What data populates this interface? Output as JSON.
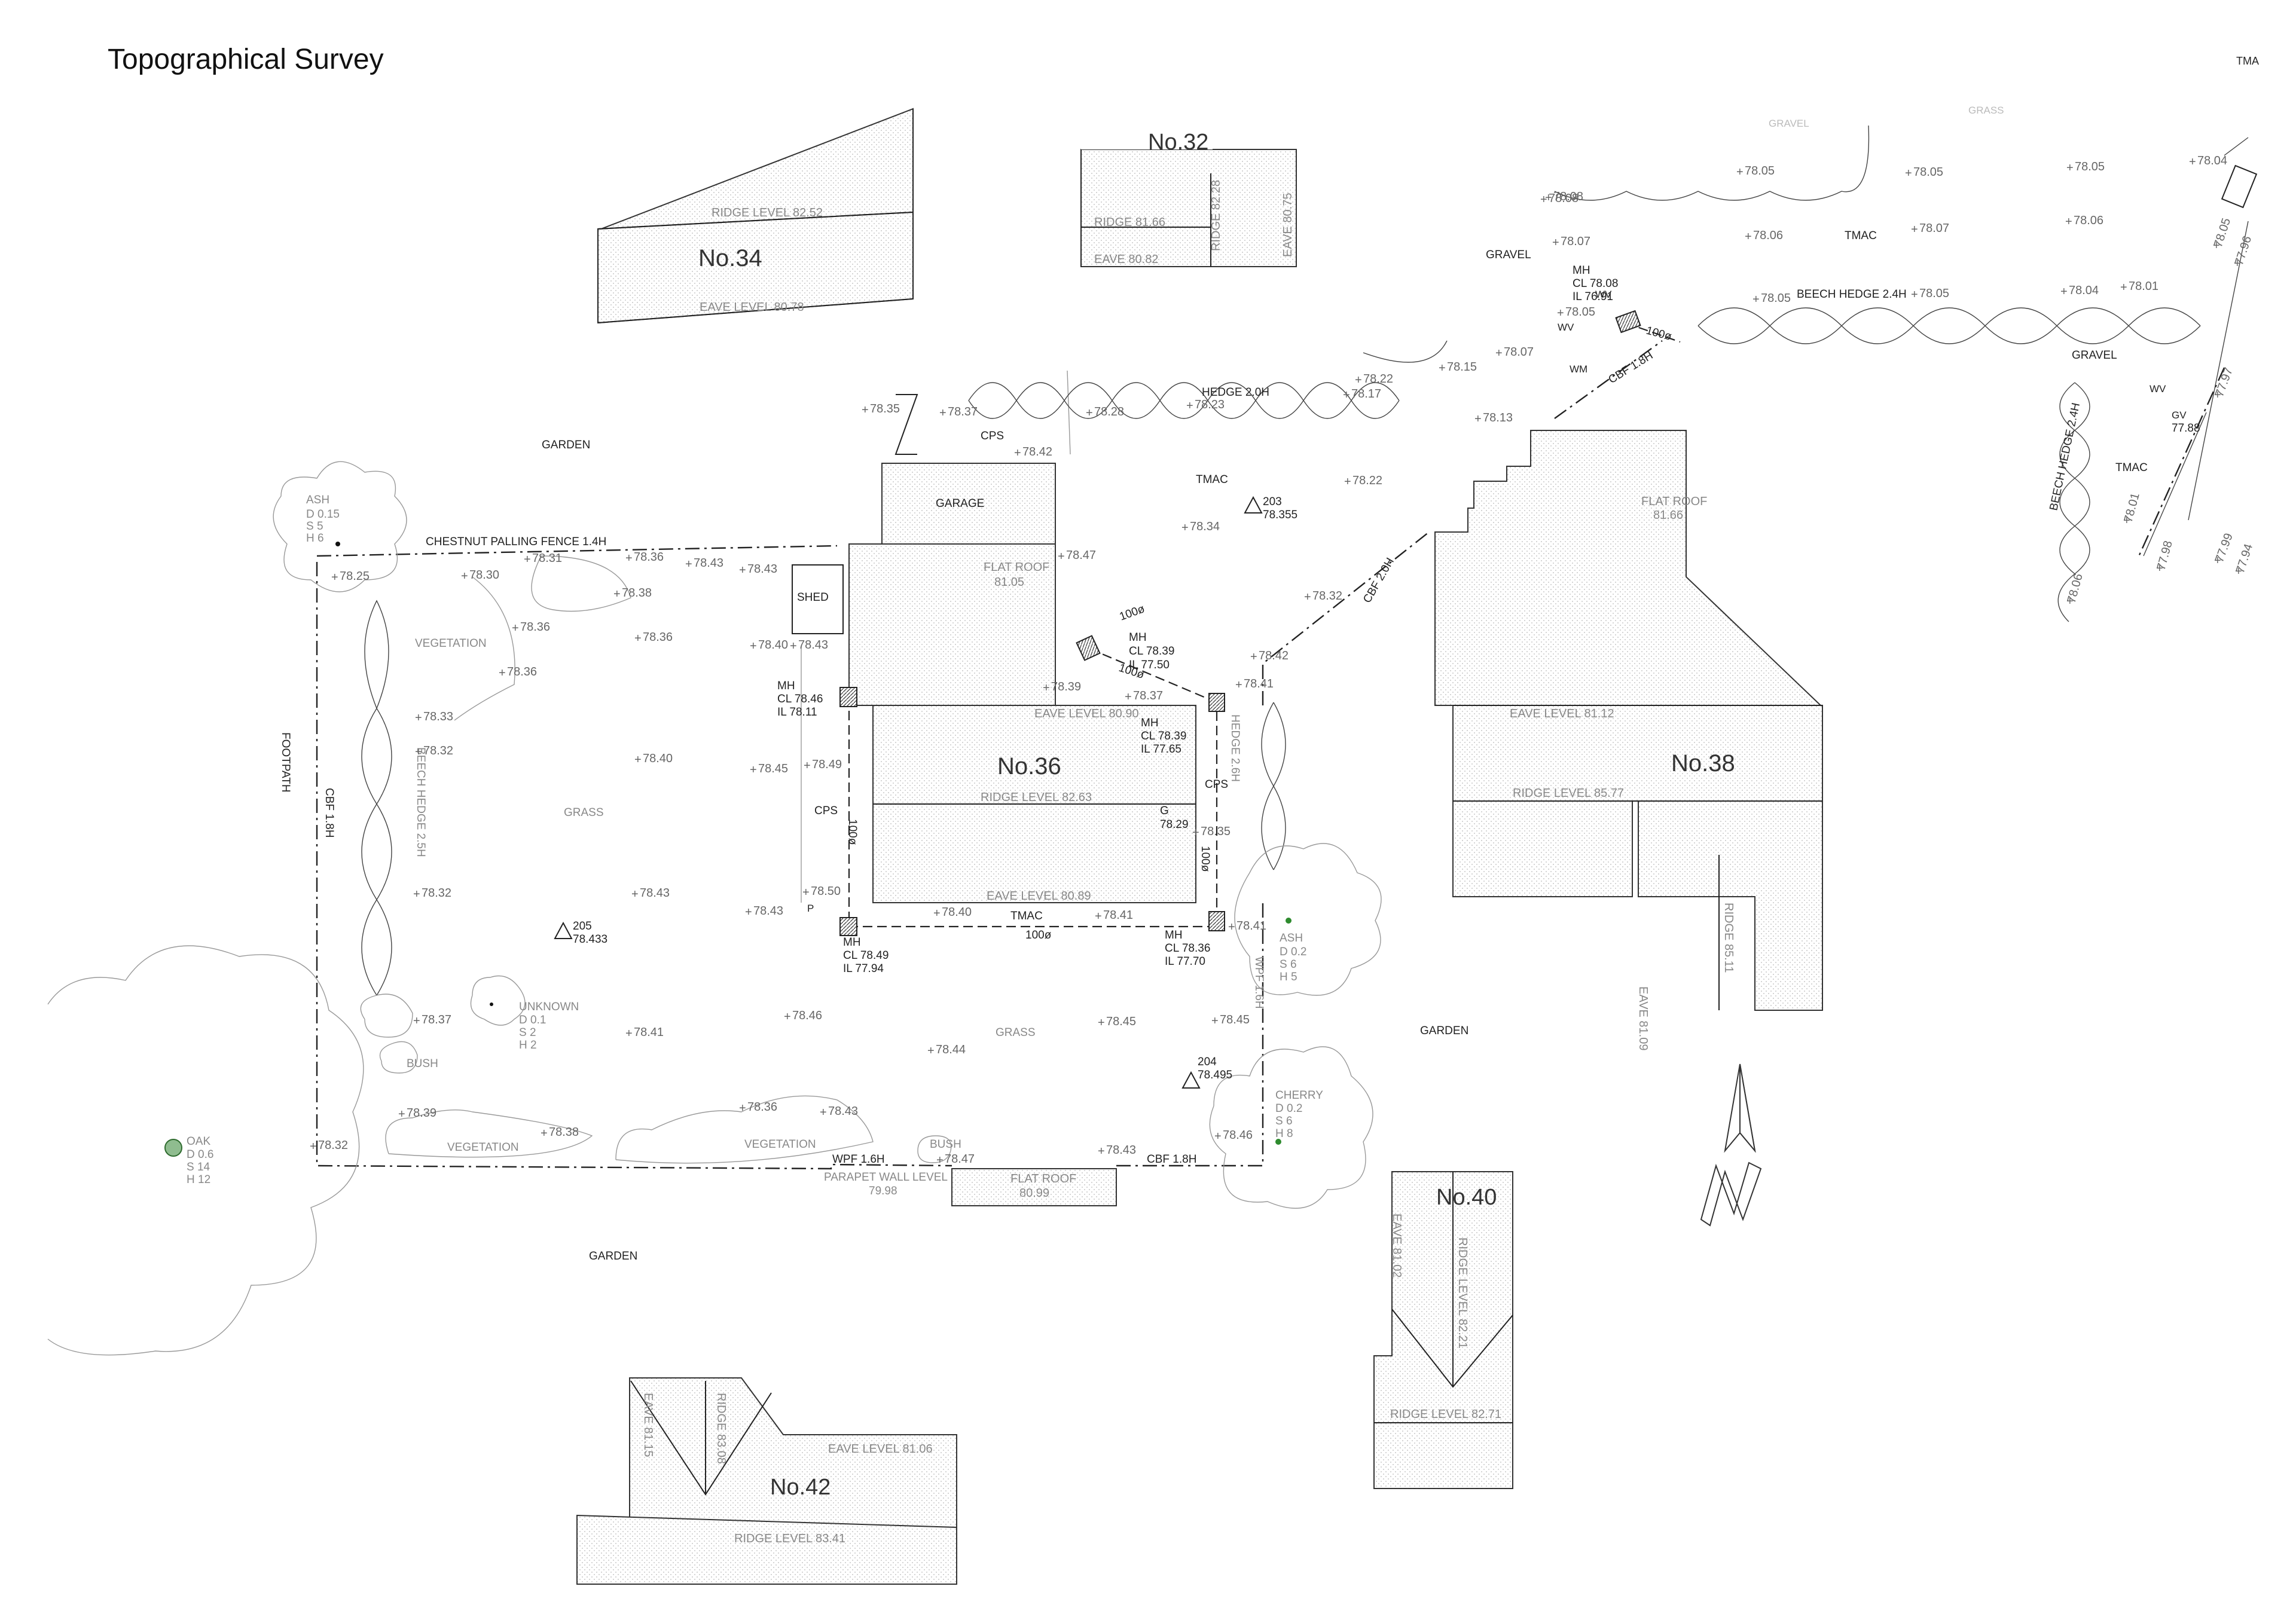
{
  "title": "Topographical Survey",
  "corner_label": "TMA",
  "houses": {
    "no34": {
      "name": "No.34",
      "ridge": "RIDGE LEVEL 82.52",
      "eave": "EAVE LEVEL 80.78"
    },
    "no32": {
      "name": "No.32",
      "ridge": "RIDGE 81.66",
      "ridge2": "RIDGE 82.28",
      "eave": "EAVE 80.82",
      "eave2": "EAVE 80.75"
    },
    "no36": {
      "name": "No.36",
      "eave_top": "EAVE LEVEL 80.90",
      "ridge": "RIDGE LEVEL 82.63",
      "eave_bottom": "EAVE LEVEL 80.89",
      "flat_roof": "FLAT ROOF",
      "flat_roof_level": "81.05",
      "garage": "GARAGE",
      "shed": "SHED"
    },
    "no38": {
      "name": "No.38",
      "flat_roof": "FLAT ROOF",
      "flat_roof_level": "81.66",
      "eave": "EAVE LEVEL 81.12",
      "ridge": "RIDGE LEVEL 85.77",
      "eave2": "EAVE 81.09",
      "ridge2": "RIDGE 85.11"
    },
    "no40": {
      "name": "No.40",
      "eave": "EAVE 81.02",
      "ridge": "RIDGE LEVEL 82.21",
      "ridge2": "RIDGE LEVEL 82.71"
    },
    "no42": {
      "name": "No.42",
      "eave": "EAVE 81.15",
      "ridge": "RIDGE 83.08",
      "eave2": "EAVE LEVEL 81.06",
      "ridge2": "RIDGE LEVEL 83.41"
    },
    "rear": {
      "flat_roof": "FLAT ROOF",
      "level": "80.99",
      "parapet": "PARAPET WALL LEVEL",
      "parapet_level": "79.98"
    }
  },
  "areas": {
    "garden_nw": "GARDEN",
    "garden_s": "GARDEN",
    "garden_e": "GARDEN",
    "grass_w": "GRASS",
    "grass_s": "GRASS",
    "vegetation1": "VEGETATION",
    "vegetation2": "VEGETATION",
    "vegetation3": "VEGETATION",
    "footpath": "FOOTPATH",
    "gravel1": "GRAVEL",
    "gravel2": "GRAVEL",
    "gravel_top": "GRAVEL",
    "grass_top": "GRASS",
    "tmac1": "TMAC",
    "tmac2": "TMAC",
    "tmac3": "TMAC",
    "tmac4": "TMAC",
    "cps1": "CPS",
    "cps2": "CPS",
    "cps3": "CPS"
  },
  "boundaries": {
    "chestnut": "CHESTNUT PALLING FENCE 1.4H",
    "cbf_w": "CBF 1.8H",
    "cbf_s": "CBF 1.8H",
    "wpf_s": "WPF 1.6H",
    "wpf_e": "WPF 1.6H",
    "cbf_ne": "CBF 2.0H",
    "cbf_top": "CBF 1.8H",
    "hedge_n": "HEDGE 2.0H",
    "beech_hedge_w": "BEECH HEDGE 2.5H",
    "beech_hedge_ne": "BEECH HEDGE 2.4H",
    "beech_hedge_e": "BEECH HEDGE 2.4H",
    "hedge_e": "HEDGE 2.6H"
  },
  "trees": {
    "ash1": {
      "name": "ASH",
      "d": "D 0.15",
      "s": "S 5",
      "h": "H 6"
    },
    "oak": {
      "name": "OAK",
      "d": "D 0.6",
      "s": "S 14",
      "h": "H 12"
    },
    "unknown": {
      "name": "UNKNOWN",
      "d": "D 0.1",
      "s": "S 2",
      "h": "H 2"
    },
    "ash2": {
      "name": "ASH",
      "d": "D 0.2",
      "s": "S 6",
      "h": "H 5"
    },
    "cherry": {
      "name": "CHERRY",
      "d": "D 0.2",
      "s": "S 6",
      "h": "H 8"
    },
    "bush1": "BUSH",
    "bush2": "BUSH"
  },
  "manholes": {
    "mh1": {
      "mh": "MH",
      "cl": "CL 78.46",
      "il": "IL 78.11"
    },
    "mh2": {
      "mh": "MH",
      "cl": "CL 78.39",
      "il": "IL 77.50"
    },
    "mh3": {
      "mh": "MH",
      "cl": "CL 78.39",
      "il": "IL 77.65"
    },
    "mh4": {
      "mh": "MH",
      "cl": "CL 78.49",
      "il": "IL 77.94"
    },
    "mh5": {
      "mh": "MH",
      "cl": "CL 78.36",
      "il": "IL 77.70"
    },
    "mh6": {
      "mh": "MH",
      "cl": "CL 78.08",
      "il": "IL 76.91"
    }
  },
  "pipes": {
    "p1": "100ø",
    "p2": "100ø",
    "p3": "100ø",
    "p4": "100ø",
    "p5": "100ø",
    "p6": "100ø"
  },
  "stations": {
    "s203": {
      "id": "203",
      "level": "78.355"
    },
    "s205": {
      "id": "205",
      "level": "78.433"
    },
    "s204": {
      "id": "204",
      "level": "78.495"
    }
  },
  "misc": {
    "wv1": "WV",
    "wv2": "WV",
    "wv3": "WV",
    "wm": "WM",
    "g": "G",
    "g_level": "78.29",
    "p": "P",
    "gv": "GV",
    "gv_level": "77.88"
  },
  "spot_levels": [
    "78.35",
    "78.37",
    "78.42",
    "78.28",
    "78.23",
    "78.22",
    "78.17",
    "78.15",
    "78.07",
    "78.08",
    "78.07",
    "78.05",
    "78.05",
    "78.05",
    "78.05",
    "78.04",
    "78.06",
    "78.07",
    "78.06",
    "78.05",
    "78.05",
    "78.04",
    "78.01",
    "78.13",
    "78.22",
    "78.34",
    "78.47",
    "78.32",
    "78.42",
    "78.41",
    "78.39",
    "78.37",
    "78.35",
    "78.41",
    "78.25",
    "78.30",
    "78.31",
    "78.36",
    "78.43",
    "78.43",
    "78.38",
    "78.36",
    "78.36",
    "78.36",
    "78.40",
    "78.43",
    "78.33",
    "78.32",
    "78.40",
    "78.45",
    "78.49",
    "78.32",
    "78.43",
    "78.43",
    "78.50",
    "78.40",
    "78.41",
    "78.37",
    "78.41",
    "78.46",
    "78.45",
    "78.44",
    "78.45",
    "78.39",
    "78.38",
    "78.36",
    "78.43",
    "78.47",
    "78.43",
    "78.32",
    "78.46",
    "78.08",
    "78.06",
    "77.98",
    "78.01",
    "78.05",
    "77.96",
    "77.97",
    "77.99",
    "77.94"
  ]
}
